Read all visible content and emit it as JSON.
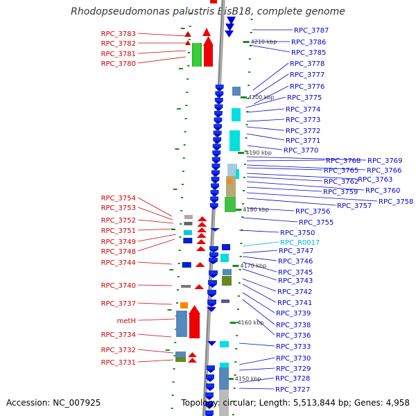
{
  "title": "Rhodopseudomonas palustris BisB18, complete genome",
  "accession": "Accession: NC_007925",
  "stats": "Topology: circular; Length: 5,513,844 bp; Genes: 4,958",
  "colors": {
    "left_label": "#cc0000",
    "right_label": "#0000cc",
    "rna_label": "#00b3d9",
    "backbone": "#888888",
    "tick": "#1a8a1a"
  },
  "kbp_labels": [
    "4210 kbp",
    "4200 kbp",
    "4190 kbp",
    "4180 kbp",
    "4170 kbp",
    "4160 kbp",
    "4150 kbp"
  ],
  "left_genes": [
    "RPC_3783",
    "RPC_3782",
    "RPC_3781",
    "RPC_3780",
    "RPC_3754",
    "RPC_3753",
    "RPC_3752",
    "RPC_3751",
    "RPC_3749",
    "RPC_3748",
    "RPC_3744",
    "RPC_3740",
    "RPC_3737",
    "metH",
    "RPC_3734",
    "RPC_3732",
    "RPC_3731"
  ],
  "right_genes": [
    "RPC_3787",
    "RPC_3786",
    "RPC_3785",
    "RPC_3778",
    "RPC_3777",
    "RPC_3776",
    "RPC_3775",
    "RPC_3774",
    "RPC_3773",
    "RPC_3772",
    "RPC_3771",
    "RPC_3770",
    "RPC_3769",
    "RPC_3768",
    "RPC_3766",
    "RPC_3765",
    "RPC_3763",
    "RPC_3762",
    "RPC_3760",
    "RPC_3759",
    "RPC_3758",
    "RPC_3757",
    "RPC_3756",
    "RPC_3755",
    "RPC_3750",
    "RPC_R0017",
    "RPC_3747",
    "RPC_3746",
    "RPC_3745",
    "RPC_3743",
    "RPC_3742",
    "RPC_3741",
    "RPC_3739",
    "RPC_3738",
    "RPC_3736",
    "RPC_3733",
    "RPC_3730",
    "RPC_3729",
    "RPC_3728",
    "RPC_3727"
  ]
}
